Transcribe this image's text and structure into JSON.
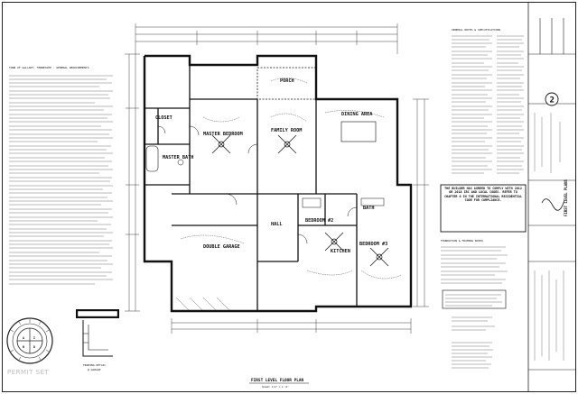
{
  "rooms": {
    "porch": "PORCH",
    "master_bedroom": "MASTER BEDROOM",
    "family_room": "FAMILY ROOM",
    "dining_area": "DINING AREA",
    "closet": "CLOSET",
    "master_bath": "MASTER BATH",
    "bedroom_2": "BEDROOM #2",
    "bedroom_3": "BEDROOM #3",
    "kitchen": "KITCHEN",
    "double_garage": "DOUBLE GARAGE",
    "bath": "BATH",
    "hall": "HALL"
  },
  "notes": {
    "requirements_header": "TOWN OF GALLANT, TENNESSEE - GENERAL REQUIREMENTS",
    "general_notes_header": "GENERAL NOTES & SPECIFICATIONS",
    "foundation_header": "FOUNDATION & FRAMING NOTES",
    "builder_note": "THE BUILDER HAS AGREED TO COMPLY WITH 2012 OR 2018 IRC AND LOCAL CODES. REFER TO CHAPTER 6 IN THE INTERNATIONAL RESIDENTIAL CODE FOR COMPLIANCE."
  },
  "plan_title": "FIRST LEVEL FLOOR PLAN",
  "plan_scale": "SCALE: 1/4\" = 1'-0\"",
  "framing_detail_title": "FRAMING DETAIL",
  "framing_detail_sub": "@ GARAGE",
  "seal": {
    "letters": [
      "A",
      "I",
      "B",
      "D"
    ],
    "ring_text": "AMERICAN INSTITUTE OF BUILDING DESIGN",
    "watermark": "PERMIT SET"
  },
  "title_block": {
    "sheet_number": "2",
    "project": "FIRST LEVEL PLANS"
  },
  "colors": {
    "ink": "#111111",
    "paper": "#ffffff",
    "watermark": "#bbbbbb"
  }
}
